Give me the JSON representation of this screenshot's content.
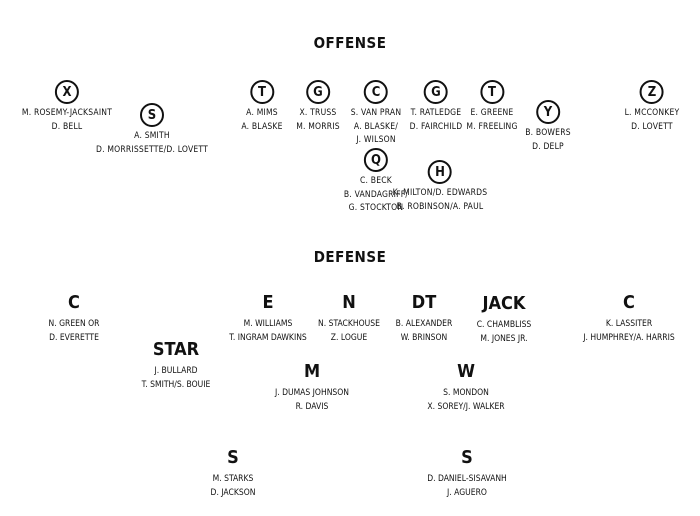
{
  "offense": {
    "title": "OFFENSE",
    "positions": [
      {
        "label": "X",
        "players": [
          "M. ROSEMY-JACKSAINT",
          "D. BELL"
        ]
      },
      {
        "label": "S",
        "players": [
          "A. SMITH",
          "D. MORRISSETTE/D. LOVETT"
        ]
      },
      {
        "label": "T",
        "players": [
          "A. MIMS",
          "A. BLASKE"
        ]
      },
      {
        "label": "G",
        "players": [
          "X. TRUSS",
          "M. MORRIS"
        ]
      },
      {
        "label": "C",
        "players": [
          "S. VAN PRAN",
          "A. BLASKE/",
          "J. WILSON"
        ]
      },
      {
        "label": "G",
        "players": [
          "T. RATLEDGE",
          "D. FAIRCHILD"
        ]
      },
      {
        "label": "T",
        "players": [
          "E. GREENE",
          "M. FREELING"
        ]
      },
      {
        "label": "Y",
        "players": [
          "B. BOWERS",
          "D. DELP"
        ]
      },
      {
        "label": "Z",
        "players": [
          "L. MCCONKEY",
          "D. LOVETT"
        ]
      },
      {
        "label": "Q",
        "players": [
          "C. BECK",
          "B. VANDAGRIFF/",
          "G. STOCKTON"
        ]
      },
      {
        "label": "H",
        "players": [
          "K. MILTON/D. EDWARDS",
          "B. ROBINSON/A. PAUL"
        ]
      }
    ]
  },
  "defense": {
    "title": "DEFENSE",
    "positions": [
      {
        "label": "C",
        "players": [
          "N. GREEN OR",
          "D. EVERETTE"
        ]
      },
      {
        "label": "E",
        "players": [
          "M. WILLIAMS",
          "T. INGRAM DAWKINS"
        ]
      },
      {
        "label": "N",
        "players": [
          "N. STACKHOUSE",
          "Z. LOGUE"
        ]
      },
      {
        "label": "DT",
        "players": [
          "B. ALEXANDER",
          "W. BRINSON"
        ]
      },
      {
        "label": "JACK",
        "players": [
          "C. CHAMBLISS",
          "M. JONES JR."
        ]
      },
      {
        "label": "C",
        "players": [
          "K. LASSITER",
          "J. HUMPHREY/A. HARRIS"
        ]
      },
      {
        "label": "STAR",
        "players": [
          "J. BULLARD",
          "T. SMITH/S. BOUIE"
        ]
      },
      {
        "label": "M",
        "players": [
          "J. DUMAS JOHNSON",
          "R. DAVIS"
        ]
      },
      {
        "label": "W",
        "players": [
          "S. MONDON",
          "X. SOREY/J. WALKER"
        ]
      },
      {
        "label": "S",
        "players": [
          "M. STARKS",
          "D. JACKSON"
        ]
      },
      {
        "label": "S",
        "players": [
          "D. DANIEL-SISAVANH",
          "J. AGUERO"
        ]
      }
    ]
  }
}
